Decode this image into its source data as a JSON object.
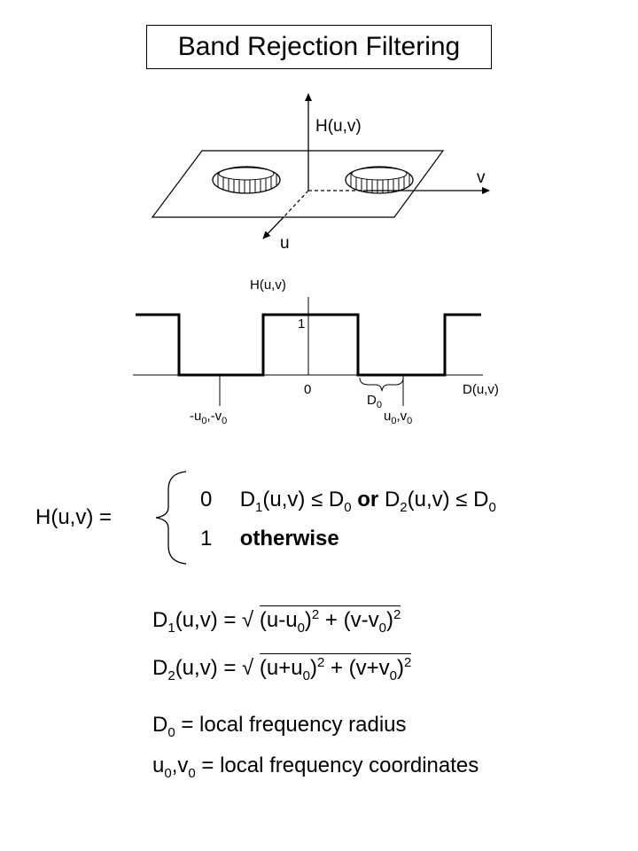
{
  "title": "Band Rejection Filtering",
  "surface_plot": {
    "vertical_axis_label": "H(u,v)",
    "axis_v_label": "v",
    "axis_u_label": "u"
  },
  "profile_plot": {
    "y_axis_label": "H(u,v)",
    "x_axis_label": "D(u,v)",
    "tick_one": "1",
    "tick_zero": "0",
    "d0_label": "D",
    "d0_sub": "0",
    "neg_point_label": {
      "u": "-u",
      "u_sub": "0",
      "sep": ",-v",
      "v_sub": "0"
    },
    "pos_point_label": {
      "u": "u",
      "u_sub": "0",
      "sep": ",v",
      "v_sub": "0"
    }
  },
  "definition": {
    "lhs": "H(u,v) =",
    "case1_value": "0",
    "case1_d1": "D",
    "case1_d1_sub": "1",
    "case1_d1_args": "(u,v)",
    "case1_le": "≤",
    "case1_d0": "D",
    "case1_d0_sub": "0",
    "case1_or": "or",
    "case1_d2": "D",
    "case1_d2_sub": "2",
    "case1_d2_args": "(u,v)",
    "case1_le2": "≤",
    "case1_d0b": "D",
    "case1_d0b_sub": "0",
    "case2_value": "1",
    "case2_text": "otherwise"
  },
  "formulas": {
    "d1": {
      "lhs": "D",
      "lhs_sub": "1",
      "lhs_args": "(u,v) = ",
      "sqrt": "√",
      "a": "(u-u",
      "a_sub": "0",
      "a_close": ")",
      "a_sup": "2",
      "plus": " + (v-v",
      "b_sub": "0",
      "b_close": ")",
      "b_sup": "2"
    },
    "d2": {
      "lhs": "D",
      "lhs_sub": "2",
      "lhs_args": "(u,v) = ",
      "sqrt": "√",
      "a": "(u+u",
      "a_sub": "0",
      "a_close": ")",
      "a_sup": "2",
      "plus": " + (v+v",
      "b_sub": "0",
      "b_close": ")",
      "b_sup": "2"
    },
    "d0_def": {
      "sym": "D",
      "sub": "0",
      "text": " = local frequency radius"
    },
    "uv_def": {
      "u": "u",
      "u_sub": "0",
      "sep": ",v",
      "v_sub": "0",
      "text": " = local frequency coordinates"
    }
  }
}
